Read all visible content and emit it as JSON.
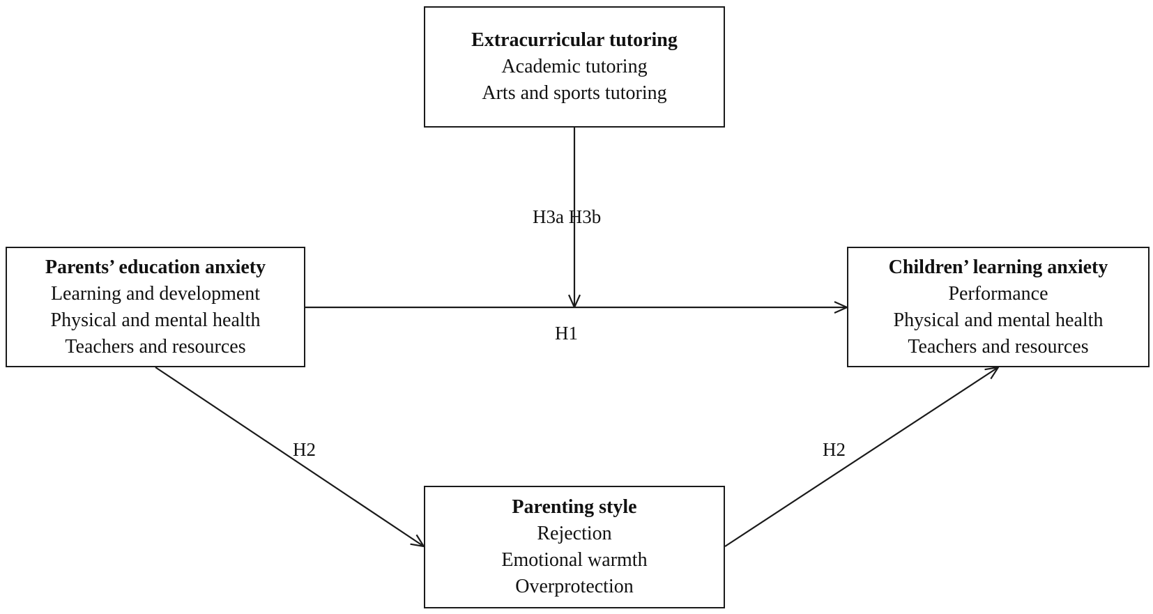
{
  "nodes": {
    "extracurricular": {
      "title": "Extracurricular tutoring",
      "items": [
        "Academic tutoring",
        "Arts and sports tutoring"
      ]
    },
    "parents": {
      "title": "Parents’ education anxiety",
      "items": [
        "Learning and development",
        "Physical and mental health",
        "Teachers and resources"
      ]
    },
    "children": {
      "title": "Children’ learning anxiety",
      "items": [
        "Performance",
        "Physical and mental health",
        "Teachers and resources"
      ]
    },
    "parenting": {
      "title": "Parenting style",
      "items": [
        "Rejection",
        "Emotional warmth",
        "Overprotection"
      ]
    }
  },
  "edges": {
    "h3": "H3a H3b",
    "h1": "H1",
    "h2_left": "H2",
    "h2_right": "H2"
  },
  "colors": {
    "stroke": "#1a1a1a",
    "background": "#ffffff"
  }
}
